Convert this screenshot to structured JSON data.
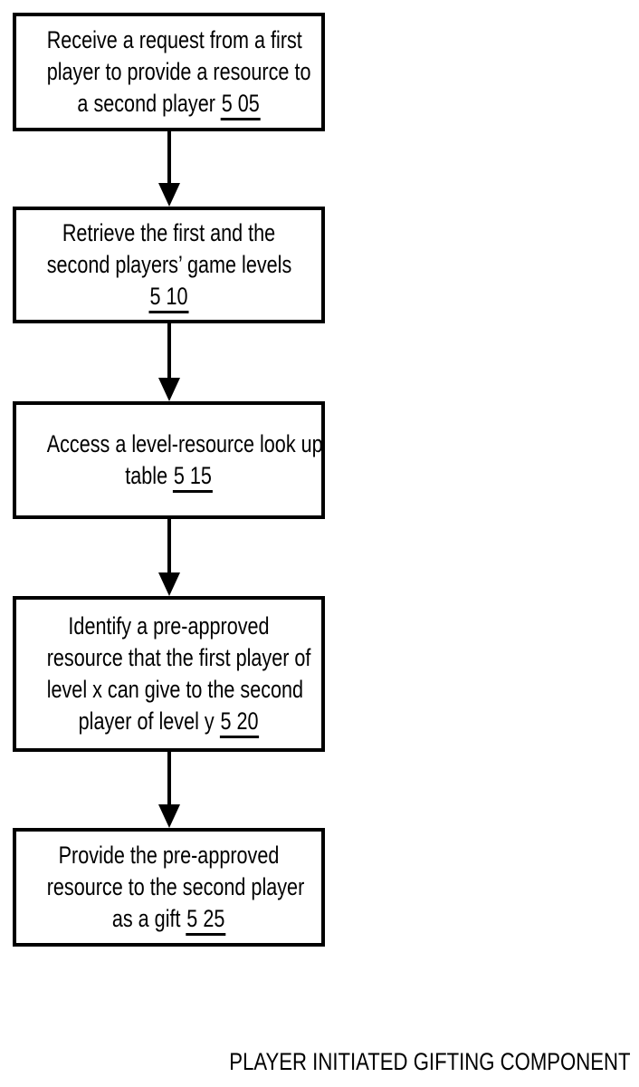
{
  "figure": {
    "caption": "PLAYER INITIATED GIFTING COMPONENT",
    "colors": {
      "line": "#000000",
      "background": "#ffffff",
      "text": "#000000"
    },
    "boxes": [
      {
        "id": "receive-request",
        "lines": [
          "Receive a request from a first",
          "player to provide a resource to"
        ],
        "last_line": "a second player",
        "ref": "5 05"
      },
      {
        "id": "retrieve-levels",
        "lines": [
          "Retrieve the first and the",
          "second players’ game levels"
        ],
        "last_line": "",
        "ref": "5 10"
      },
      {
        "id": "access-lookup-table",
        "lines": [
          "Access a level-resource look up"
        ],
        "last_line": "table",
        "ref": "5 15"
      },
      {
        "id": "identify-preapproved-resource",
        "lines": [
          "Identify a pre-approved",
          "resource that the first player of",
          "level x can give to the second"
        ],
        "last_line": "player of level y",
        "ref": "5 20"
      },
      {
        "id": "provide-resource-gift",
        "lines": [
          "Provide the pre-approved",
          "resource to the second player"
        ],
        "last_line": "as a gift",
        "ref": "5 25"
      }
    ]
  }
}
